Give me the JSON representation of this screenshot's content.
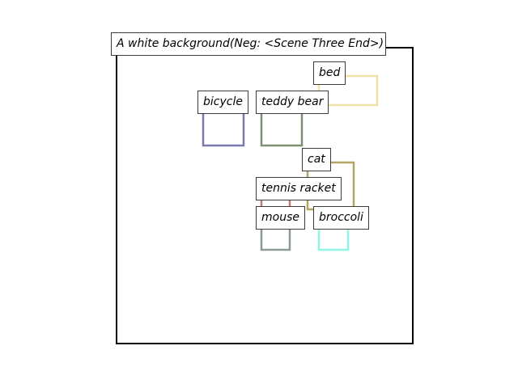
{
  "caption": "A white background(Neg: <Scene Three End>)",
  "objects": [
    {
      "label": "bed",
      "color": "#efe2a6"
    },
    {
      "label": "bicycle",
      "color": "#7a78ad"
    },
    {
      "label": "teddy bear",
      "color": "#7b9170"
    },
    {
      "label": "cat",
      "color": "#b5a563"
    },
    {
      "label": "tennis racket",
      "color": "#bf7d73"
    },
    {
      "label": "mouse",
      "color": "#8c9a97"
    },
    {
      "label": "broccoli",
      "color": "#93f5e6"
    }
  ]
}
